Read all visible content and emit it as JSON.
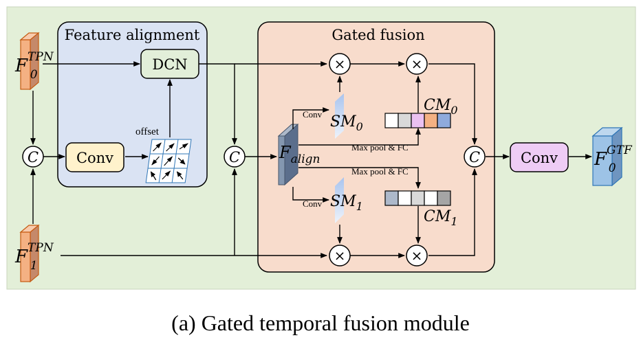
{
  "panels": {
    "feature_alignment": "Feature alignment",
    "gated_fusion": "Gated fusion"
  },
  "blocks": {
    "dcn": "DCN",
    "conv_left": "Conv",
    "conv_right": "Conv",
    "offset": "offset"
  },
  "features": {
    "f0_tpn": {
      "base": "F",
      "sub": "0",
      "sup": "TPN"
    },
    "f1_tpn": {
      "base": "F",
      "sub": "1",
      "sup": "TPN"
    },
    "f0_gtf": {
      "base": "F",
      "sub": "0",
      "sup": "GTF"
    },
    "f_align": {
      "base": "F",
      "sub": "align"
    }
  },
  "masks": {
    "sm0": {
      "base": "SM",
      "sub": "0"
    },
    "sm1": {
      "base": "SM",
      "sub": "1"
    },
    "cm0": {
      "base": "CM",
      "sub": "0"
    },
    "cm1": {
      "base": "CM",
      "sub": "1"
    }
  },
  "edge_labels": {
    "conv_top": "Conv",
    "conv_bottom": "Conv",
    "maxpool_top": "Max pool & FC",
    "maxpool_bottom": "Max pool & FC"
  },
  "operators": {
    "concat": "C",
    "multiply": "×"
  },
  "caption": "(a) Gated temporal fusion module",
  "colors": {
    "background": "#e3efd8",
    "feature_alignment_panel": "#dae3f3",
    "gated_fusion_panel": "#f8dccc",
    "dcn_block": "#e2efd9",
    "conv_block": "#fff2cc",
    "conv_out_block": "#eeccf5",
    "tpn_feature": "#f4b183",
    "gtf_feature": "#9dc3e6",
    "f_align": "#8497b0",
    "cm0_cells": [
      "#ffffff",
      "#d9d9d9",
      "#ebc1f2",
      "#f4b183",
      "#8faadc"
    ],
    "cm1_cells": [
      "#adb9ca",
      "#ffffff",
      "#d9d9d9",
      "#ffffff",
      "#a5a5a5"
    ]
  }
}
